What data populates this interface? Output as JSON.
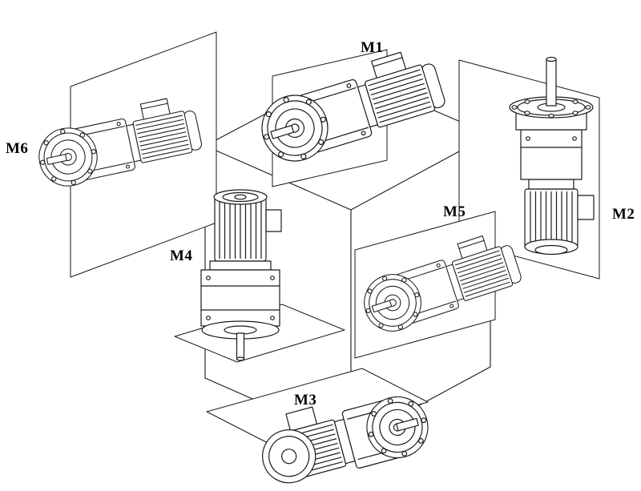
{
  "diagram": {
    "labels": {
      "m1": "M1",
      "m2": "M2",
      "m3": "M3",
      "m4": "M4",
      "m5": "M5",
      "m6": "M6"
    },
    "colors": {
      "line": "#1a1a1a",
      "background": "#ffffff"
    }
  }
}
